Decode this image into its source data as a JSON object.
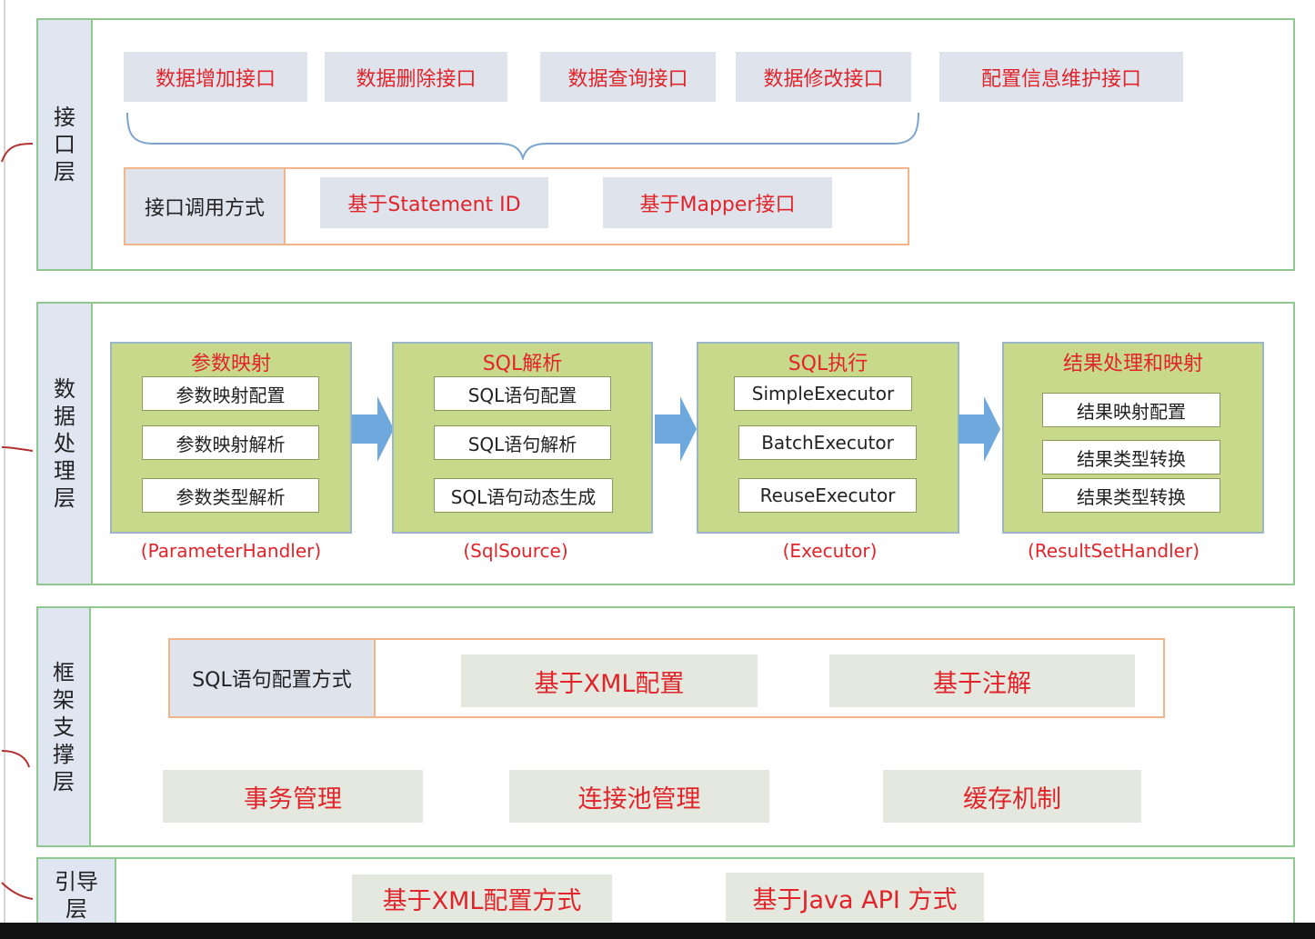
{
  "layers": {
    "interface": {
      "label": "接口层",
      "apis": [
        "数据增加接口",
        "数据删除接口",
        "数据查询接口",
        "数据修改接口",
        "配置信息维护接口"
      ],
      "call_label": "接口调用方式",
      "call_methods": [
        "基于Statement ID",
        "基于Mapper接口"
      ]
    },
    "processing": {
      "label": "数据处理层",
      "modules": [
        {
          "title": "参数映射",
          "items": [
            "参数映射配置",
            "参数映射解析",
            "参数类型解析"
          ],
          "handler": "(ParameterHandler)"
        },
        {
          "title": "SQL解析",
          "items": [
            "SQL语句配置",
            "SQL语句解析",
            "SQL语句动态生成"
          ],
          "handler": "(SqlSource)"
        },
        {
          "title": "SQL执行",
          "items": [
            "SimpleExecutor",
            "BatchExecutor",
            "ReuseExecutor"
          ],
          "handler": "(Executor)"
        },
        {
          "title": "结果处理和映射",
          "items": [
            "结果映射配置",
            "结果类型转换",
            "结果类型转换"
          ],
          "handler": "(ResultSetHandler)"
        }
      ]
    },
    "framework": {
      "label": "框架支撑层",
      "sql_config_label": "SQL语句配置方式",
      "sql_config_methods": [
        "基于XML配置",
        "基于注解"
      ],
      "services": [
        "事务管理",
        "连接池管理",
        "缓存机制"
      ]
    },
    "bootstrap": {
      "label": "引导层",
      "methods": [
        "基于XML配置方式",
        "基于Java API 方式"
      ]
    }
  },
  "colors": {
    "layer_border": "#8fc98f",
    "label_bg": "#dfe6f2",
    "red_text": "#e0242a",
    "module_fill": "#c9d98c",
    "arrow": "#6fa8dc",
    "orange_border": "#f3b48a"
  }
}
